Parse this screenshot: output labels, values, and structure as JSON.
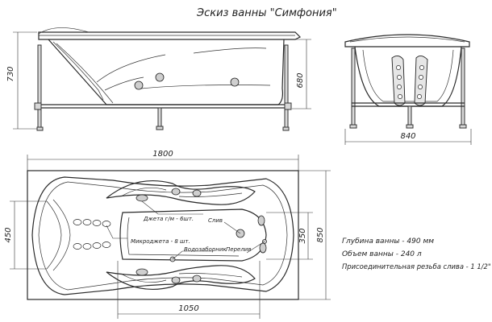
{
  "title": "Эскиз ванны \"Симфония\"",
  "dimensions": {
    "overall_height": "730",
    "inner_height": "680",
    "end_width": "840",
    "length": "1800",
    "width": "850",
    "inner_width": "450",
    "seat_width": "350",
    "bottom_length": "1050"
  },
  "callouts": {
    "jets_dry": "Джета г/м - 6шт.",
    "drain": "Слив",
    "micro_jets": "Микроджета - 8 шт.",
    "water_supply": "Водозаборник",
    "overflow": "Перелив"
  },
  "specs": [
    "Глубина ванны - 490 мм",
    "Объем ванны - 240 л",
    "Присоединительная резьба слива - 1 1/2\""
  ]
}
